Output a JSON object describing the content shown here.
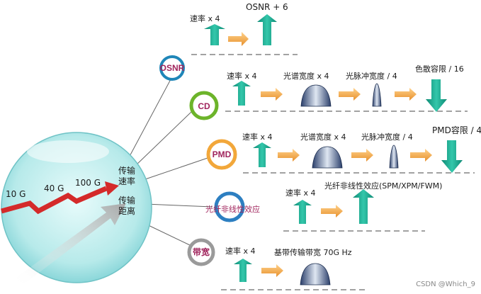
{
  "sphere": {
    "speeds": [
      "10 G",
      "40 G",
      "100 G"
    ],
    "label_rate": [
      "传输",
      "速率"
    ],
    "label_distance": [
      "传输",
      "距离"
    ]
  },
  "rows": {
    "osnr": {
      "circle": "OSNR",
      "rate": "速率 x 4",
      "result": "OSNR + 6"
    },
    "cd": {
      "circle": "CD",
      "rate": "速率 x 4",
      "spectrum": "光谱宽度 x 4",
      "pulse": "光脉冲宽度 / 4",
      "result": "色散容限 / 16"
    },
    "pmd": {
      "circle": "PMD",
      "rate": "速率 x 4",
      "spectrum": "光谱宽度 x 4",
      "pulse": "光脉冲宽度 / 4",
      "result": "PMD容限 / 4"
    },
    "nonlinear": {
      "circle_label": "光纤非线性效应",
      "rate": "速率 x 4",
      "result": "光纤非线性效应(SPM/XPM/FWM)"
    },
    "bandwidth": {
      "circle": "带宽",
      "rate": "速率 x 4",
      "result": "基带传输带宽 70G Hz"
    }
  },
  "watermark": "CSDN @Which_9",
  "colors": {
    "teal_arrow": "#1aa08a",
    "orange_arrow": "#f0a64a",
    "red_arrow": "#d42a2a",
    "circle_text": "#a0245c"
  }
}
